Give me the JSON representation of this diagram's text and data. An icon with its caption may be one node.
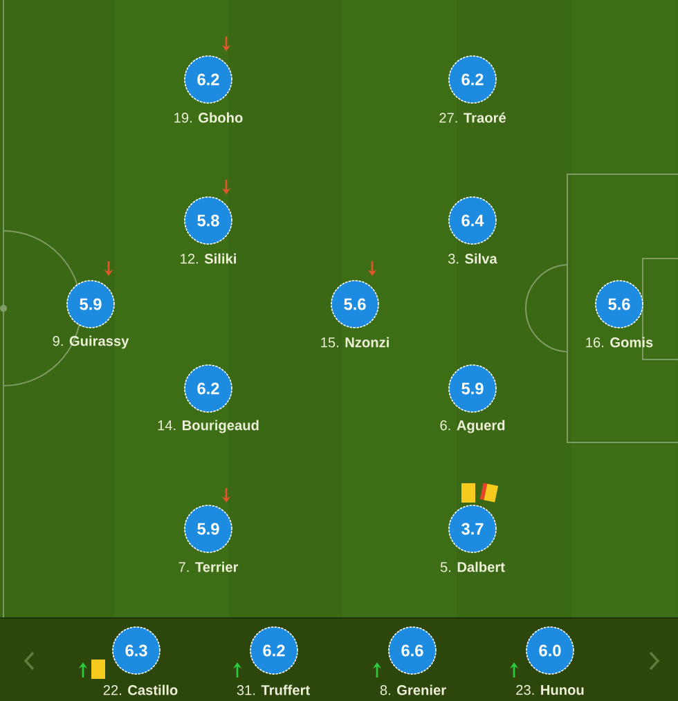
{
  "diagram": {
    "nodes": [
      {
        "text": [
          "6.2"
        ],
        "beside": [
          "19. **Gboho**"
        ]
      },
      {
        "text": [
          "6.2"
        ],
        "beside": [
          "27. **Traoré**"
        ]
      },
      {
        "text": [
          "5.8"
        ],
        "beside": [
          "12. **Siliki**"
        ]
      },
      {
        "text": [
          "6.4"
        ],
        "beside": [
          "3. **Silva**"
        ]
      },
      {
        "text": [
          "5.9"
        ],
        "beside": [
          "9. **Guirassy**"
        ]
      },
      {
        "text": [
          "5.6"
        ],
        "beside": [
          "15. **Nzonzi**"
        ]
      },
      {
        "text": [
          "5.6"
        ],
        "beside": [
          "16. **Gomis**"
        ]
      },
      {
        "text": [
          "6.2"
        ],
        "beside": [
          "14. **Bourigeaud**"
        ]
      },
      {
        "text": [
          "5.9"
        ],
        "beside": [
          "6. **Aguerd**"
        ]
      },
      {
        "text": [
          "5.9"
        ],
        "beside": [
          "7. **Terrier**"
        ]
      },
      {
        "text": [
          "3.7"
        ],
        "beside": [
          "5. **Dalbert**"
        ]
      },
      {
        "text": [
          "6.3"
        ],
        "beside": [
          "22. **Castillo**"
        ]
      },
      {
        "text": [
          "6.2"
        ],
        "beside": [
          "31. **Truffert**"
        ]
      },
      {
        "text": [
          "6.6"
        ],
        "beside": [
          "8. **Grenier**"
        ]
      },
      {
        "text": [
          "6.0"
        ],
        "beside": [
          "23. **Hunou**"
        ]
      }
    ]
  }
}
